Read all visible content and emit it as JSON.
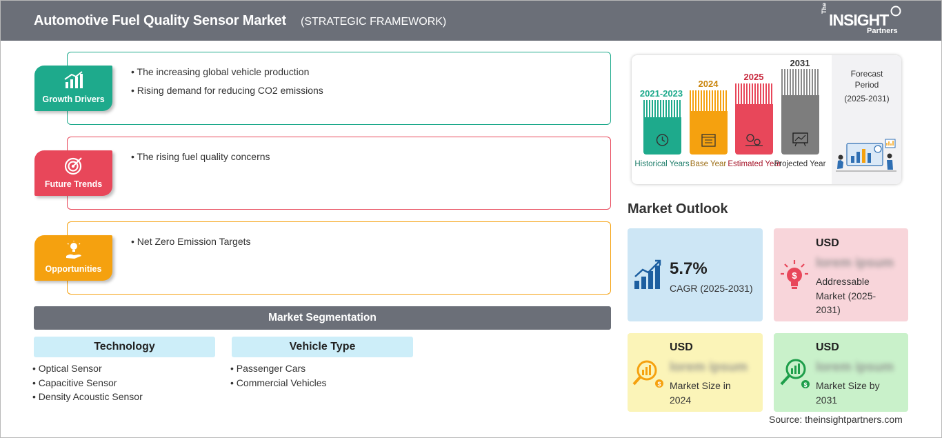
{
  "header": {
    "title": "Automotive Fuel Quality Sensor Market",
    "subtitle": "(STRATEGIC FRAMEWORK)",
    "logo": {
      "the": "The",
      "insight": "INSIGHT",
      "partners": "Partners"
    }
  },
  "framework": {
    "growth_drivers": {
      "label": "Growth Drivers",
      "color": "#1eaa8c",
      "items": [
        "The increasing global vehicle production",
        "Rising demand for reducing CO2 emissions"
      ]
    },
    "future_trends": {
      "label": "Future Trends",
      "color": "#e8475a",
      "items": [
        "The rising fuel quality concerns"
      ]
    },
    "opportunities": {
      "label": "Opportunities",
      "color": "#f5a10f",
      "items": [
        "Net Zero Emission Targets"
      ]
    }
  },
  "segmentation": {
    "title": "Market Segmentation",
    "technology": {
      "heading": "Technology",
      "items": [
        "Optical Sensor",
        "Capacitive Sensor",
        "Density Acoustic Sensor"
      ]
    },
    "vehicle_type": {
      "heading": "Vehicle Type",
      "items": [
        "Passenger Cars",
        "Commercial Vehicles"
      ]
    }
  },
  "timeline": {
    "historical": {
      "year": "2021-2023",
      "label": "Historical Years",
      "color": "#1eaa8c",
      "icon": "clock-icon"
    },
    "base": {
      "year": "2024",
      "label": "Base Year",
      "color": "#f5a10f",
      "icon": "calendar-icon"
    },
    "estimated": {
      "year": "2025",
      "label": "Estimated Year",
      "color": "#e8475a",
      "icon": "gears-icon"
    },
    "projected": {
      "year": "2031",
      "label": "Projected Year",
      "color": "#7d7d7d",
      "icon": "presentation-icon"
    },
    "forecast": {
      "title": "Forecast Period",
      "range": "(2025-2031)"
    }
  },
  "outlook": {
    "title": "Market Outlook",
    "cagr": {
      "value": "5.7%",
      "label": "CAGR (2025-2031)",
      "bg": "#cde6f5"
    },
    "addressable": {
      "currency": "USD",
      "value": "lorem ipsum",
      "label": "Addressable Market (2025-2031)",
      "bg": "#f8d5da"
    },
    "size_2024": {
      "currency": "USD",
      "value": "lorem ipsum",
      "label": "Market Size in 2024",
      "bg": "#fbf4b8"
    },
    "size_2031": {
      "currency": "USD",
      "value": "lorem ipsum",
      "label": "Market Size by 2031",
      "bg": "#c9f1ca"
    }
  },
  "source": "Source: theinsightpartners.com"
}
